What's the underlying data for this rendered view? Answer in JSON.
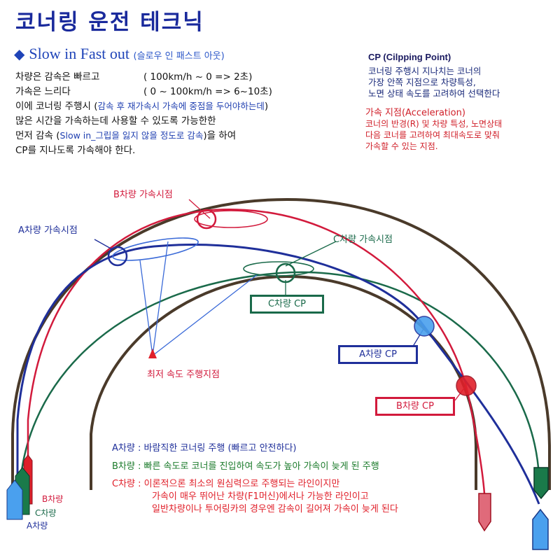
{
  "title": "코너링 운전 테크닉",
  "subtitle": {
    "diamond": "◆",
    "main": "Slow in Fast out",
    "paren": "(슬로우 인 패스트 아웃)"
  },
  "intro": {
    "l1_label": "차량은 감속은 빠르고",
    "l1_value": "( 100km/h ~ 0  => 2초)",
    "l2_label": "가속은 느리다",
    "l2_value": "( 0 ~ 100km/h  => 6~10초)",
    "l3_prefix": "이에 코너링 주행시 (",
    "l3_highlight": "감속 후 재가속시 가속에 중점을 두어야하는데",
    "l3_suffix": ")",
    "l4": "많은 시간을 가속하는데 사용할 수 있도록 가능한한",
    "l5_prefix": "먼저 감속 (",
    "l5_highlight": "Slow in_그립을 잃지 않을 정도로 감속",
    "l5_suffix": ")을 하여",
    "l6": "CP를 지나도록 가속해야 한다."
  },
  "cp_info": {
    "title": "CP (Cilpping Point)",
    "lines": [
      "코너링 주행시 지나치는 코너의",
      "가장 안쪽 지점으로 차량특성,",
      "노면 상태 속도를 고려하여 선택한다"
    ]
  },
  "acc_info": {
    "title": "가속 지점(Acceleration)",
    "lines": [
      "코너의 반경(R) 및 차량 특성, 노면상태",
      "다음 코너를 고려하여 최대속도로 맞춰",
      "가속할 수 있는 지점."
    ]
  },
  "labels": {
    "b_accel": "B차량 가속시점",
    "a_accel": "A차량 가속시점",
    "c_accel": "C차량 가속시점",
    "c_cp": "C차량 CP",
    "a_cp": "A차량 CP",
    "b_cp": "B차량 CP",
    "min_speed": "최저 속도 주행지점",
    "car_b": "B차량",
    "car_c": "C차량",
    "car_a": "A차량"
  },
  "legend": {
    "a": "A차량 : 바람직한 코너링 주행 (빠르고 안전하다)",
    "b": "B차량 : 빠른 속도로 코너를 진입하여 속도가 높아 가속이 늦게 된 주행",
    "c1": "C차량 : 이론적으론 최소의 원심력으로 주행되는 라인이지만",
    "c2": "가속이 매우 뛰어난 차량(F1머신)에서나 가능한 라인이고",
    "c3": "일반차량이나 투어링카의 경우엔 감속이 길어져 가속이 늦게 된다"
  },
  "colors": {
    "track": "#4a3a2a",
    "line_a": "#1f2f9a",
    "line_b": "#d21a3c",
    "line_c": "#1a6a4a",
    "pointer": "#3a6ad8",
    "min_marker": "#e0202a"
  }
}
